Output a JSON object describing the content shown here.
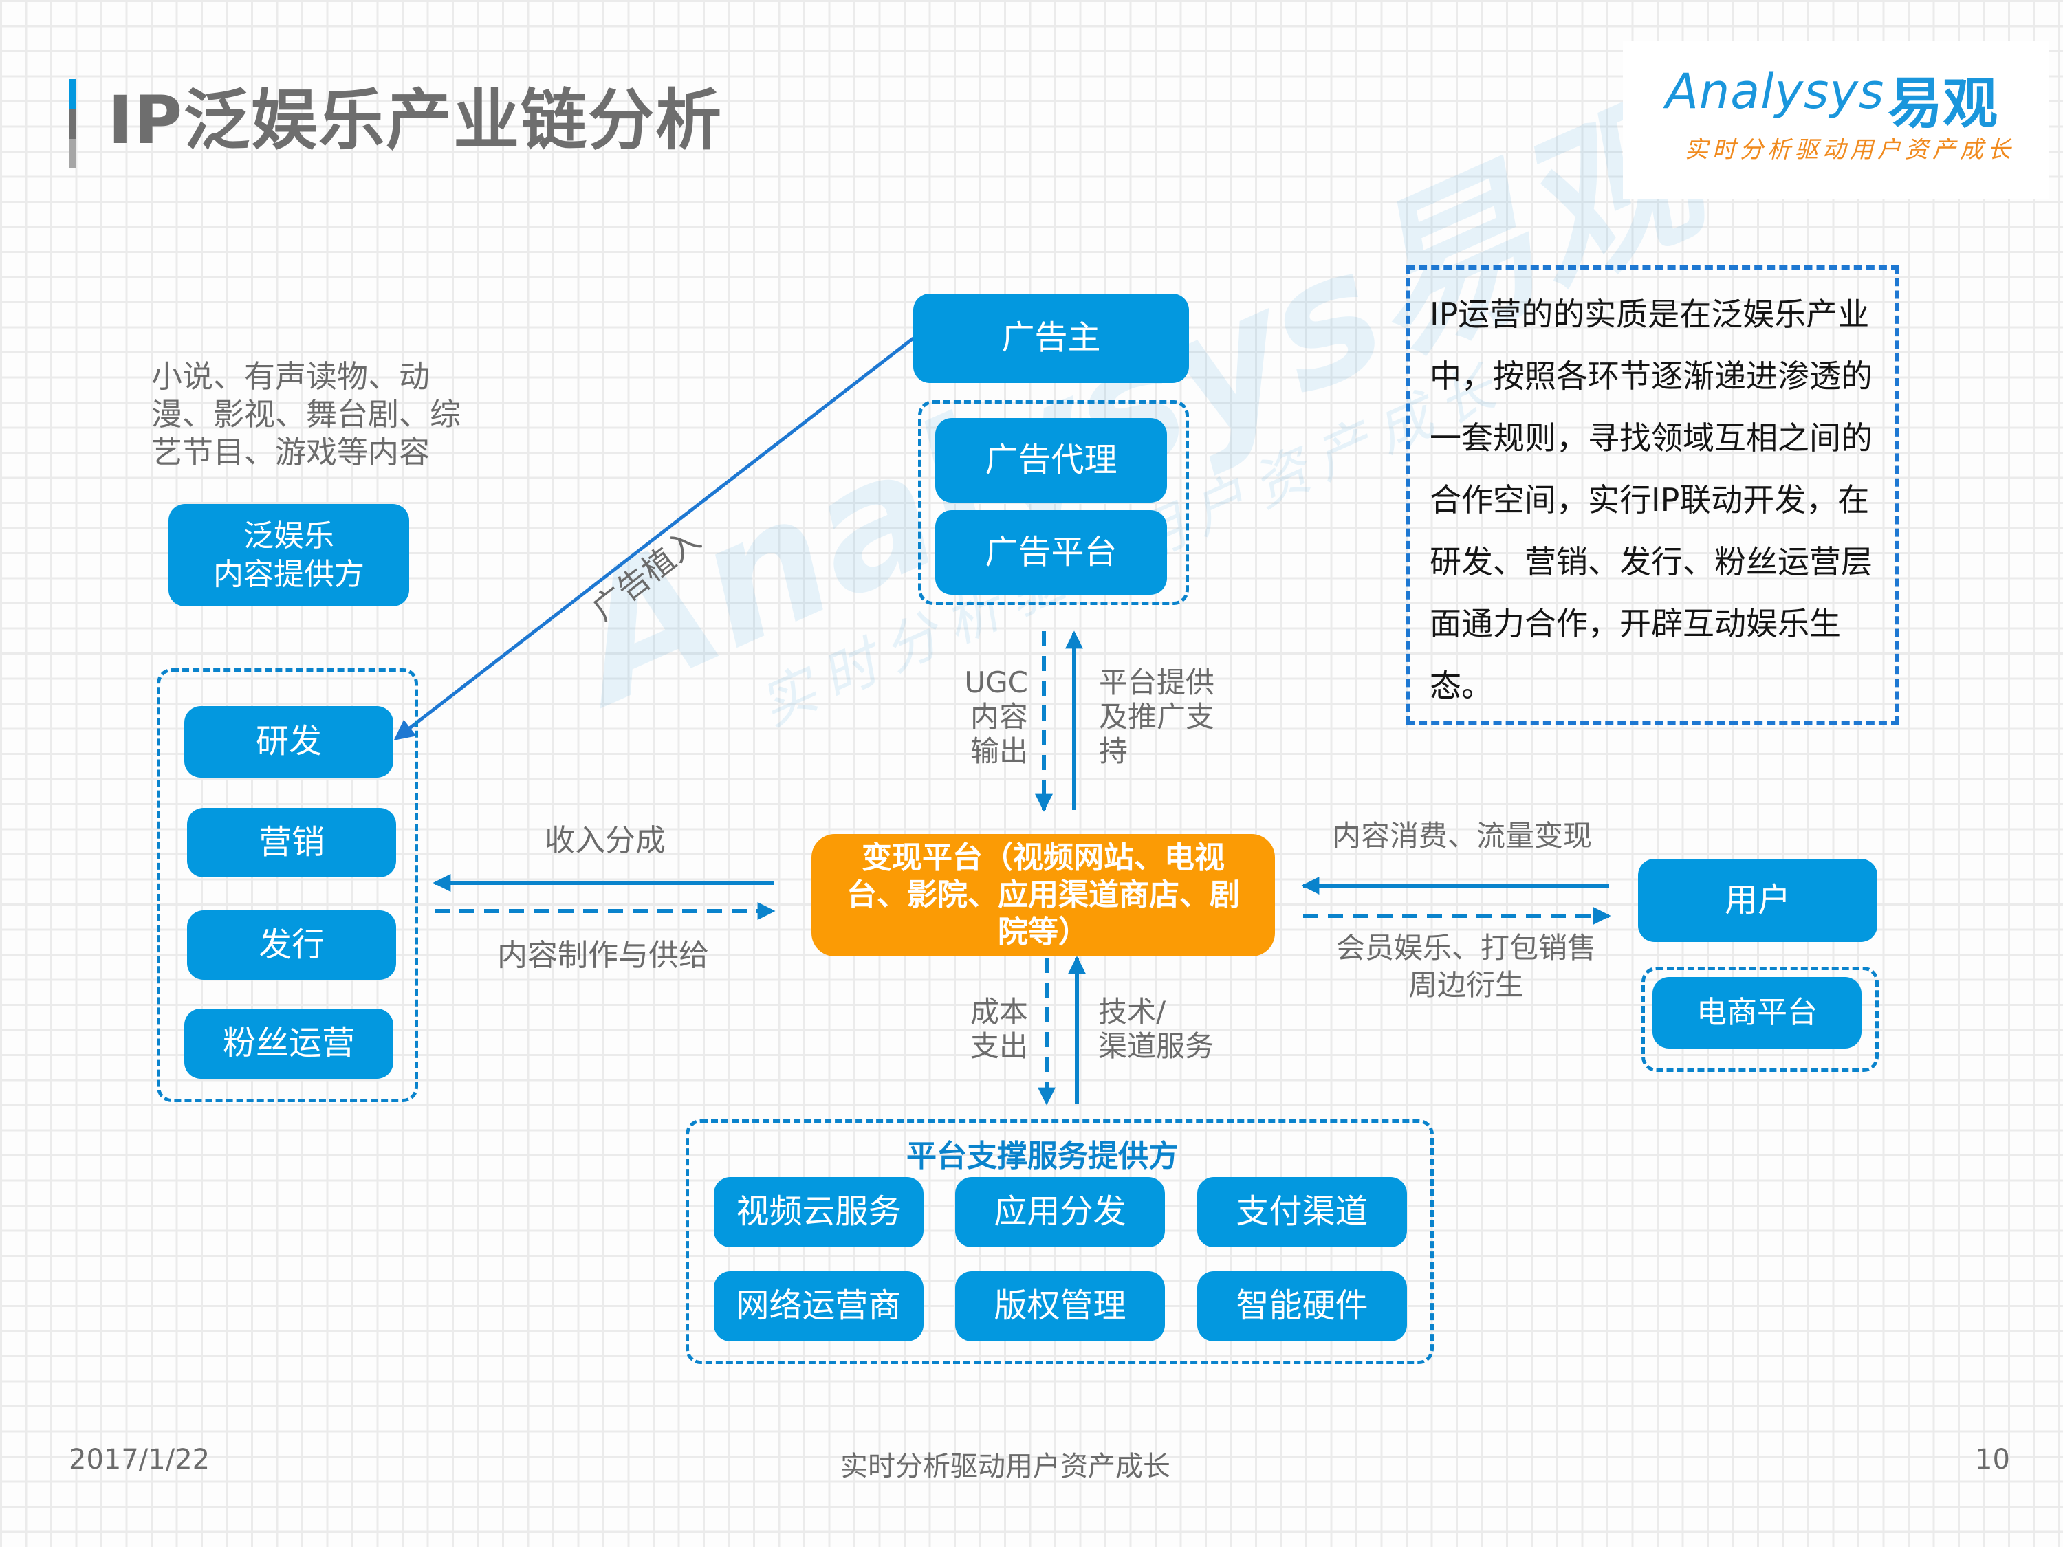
{
  "header": {
    "title": "IP泛娱乐产业链分析",
    "accent_colors": [
      "#0398df",
      "#707070",
      "#a6a6a6"
    ]
  },
  "logo": {
    "word": "Analysys",
    "brand_cn": "易观",
    "tagline": "实时分析驱动用户资产成长"
  },
  "watermark": {
    "word": "Analysys易观",
    "tagline": "实时分析驱动用户资产成长"
  },
  "colors": {
    "box_blue": "#0398df",
    "dash_blue": "#0a83cc",
    "platform_orange": "#fb9b05",
    "label_gray": "#6b6b6b"
  },
  "left": {
    "content_desc": "小说、有声读物、动漫、影视、舞台剧、综艺节目、游戏等内容",
    "content_desc_lines": [
      "小说、有声读物、动",
      "漫、影视、舞台剧、综",
      "艺节目、游戏等内容"
    ],
    "provider_lines": [
      "泛娱乐",
      "内容提供方"
    ],
    "stages": [
      "研发",
      "营销",
      "发行",
      "粉丝运营"
    ]
  },
  "advertising": {
    "advertiser": "广告主",
    "agency": "广告代理",
    "platform": "广告平台",
    "placement_label": "广告植入"
  },
  "center": {
    "platform_lines": [
      "变现平台（视频网站、电视",
      "台、影院、应用渠道商店、剧",
      "院等）"
    ]
  },
  "flows": {
    "ugc_lines": [
      "UGC",
      "内容",
      "输出"
    ],
    "platform_support_lines": [
      "平台提供",
      "及推广支",
      "持"
    ],
    "revenue_share": "收入分成",
    "content_supply": "内容制作与供给",
    "consumption": "内容消费、流量变现",
    "membership_lines": [
      "会员娱乐、打包销售",
      "周边衍生"
    ],
    "cost_lines": [
      "成本",
      "支出"
    ],
    "tech_lines": [
      "技术/",
      "渠道服务"
    ]
  },
  "right": {
    "user": "用户",
    "ecommerce": "电商平台"
  },
  "support": {
    "title": "平台支撑服务提供方",
    "items": [
      "视频云服务",
      "应用分发",
      "支付渠道",
      "网络运营商",
      "版权管理",
      "智能硬件"
    ]
  },
  "note": {
    "text": "IP运营的的实质是在泛娱乐产业中，按照各环节逐渐递进渗透的一套规则，寻找领域互相之间的合作空间，实行IP联动开发，在研发、营销、发行、粉丝运营层面通力合作，开辟互动娱乐生态。"
  },
  "footer": {
    "date": "2017/1/22",
    "slogan": "实时分析驱动用户资产成长",
    "page": "10"
  }
}
